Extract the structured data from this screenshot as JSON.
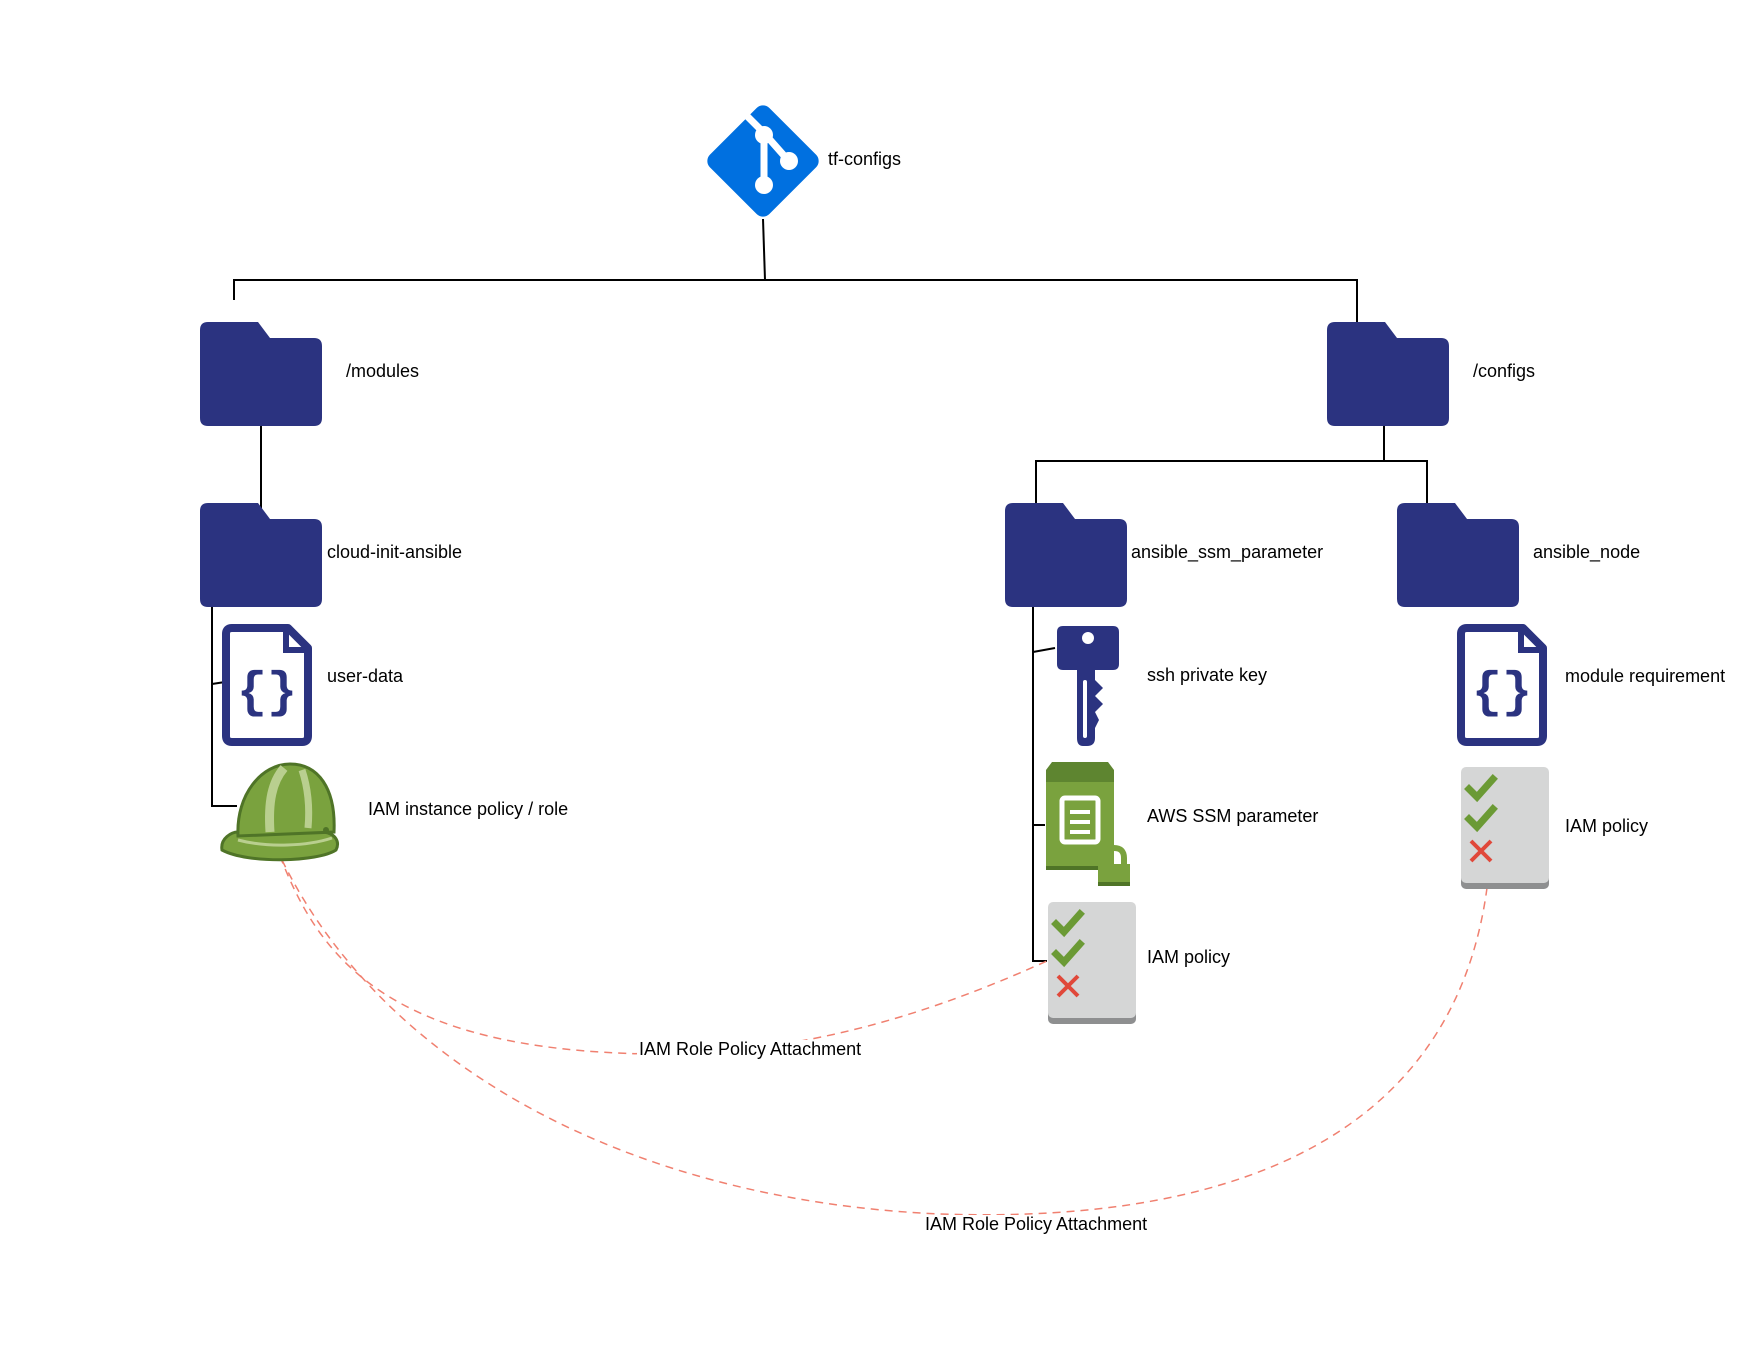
{
  "colors": {
    "git": "#0070E0",
    "folder": "#2B3380",
    "tree_line": "#000000",
    "attachment_line": "#F08070",
    "helmet": "#7AA23E",
    "helmet_dark": "#4F7427",
    "ssm_green": "#7AA23E",
    "policy_bg": "#D5D6D6",
    "policy_check": "#6B9A35",
    "policy_cross": "#E0483A"
  },
  "nodes": {
    "repo": {
      "label": "tf-configs",
      "icon": "git-icon"
    },
    "modules": {
      "label": "/modules",
      "icon": "folder-icon"
    },
    "configs": {
      "label": "/configs",
      "icon": "folder-icon"
    },
    "cloud_init": {
      "label": "cloud-init-ansible",
      "icon": "folder-icon"
    },
    "ssm_param_folder": {
      "label": "ansible_ssm_parameter",
      "icon": "folder-icon"
    },
    "ansible_node": {
      "label": "ansible_node",
      "icon": "folder-icon"
    },
    "user_data": {
      "label": "user-data",
      "icon": "json-file-icon"
    },
    "iam_role": {
      "label": "IAM instance policy / role",
      "icon": "hard-hat-icon"
    },
    "ssh_key": {
      "label": "ssh private key",
      "icon": "key-icon"
    },
    "aws_ssm": {
      "label": "AWS SSM parameter",
      "icon": "ssm-parameter-icon"
    },
    "iam_policy_ssm": {
      "label": "IAM policy",
      "icon": "policy-checklist-icon"
    },
    "module_req": {
      "label": "module requirement",
      "icon": "json-file-icon"
    },
    "iam_policy_node": {
      "label": "IAM policy",
      "icon": "policy-checklist-icon"
    }
  },
  "edges": {
    "attachment_1": {
      "label": "IAM Role Policy Attachment",
      "from": "IAM instance policy / role",
      "to": "IAM policy"
    },
    "attachment_2": {
      "label": "IAM Role Policy Attachment",
      "from": "IAM instance policy / role",
      "to": "IAM policy"
    }
  }
}
